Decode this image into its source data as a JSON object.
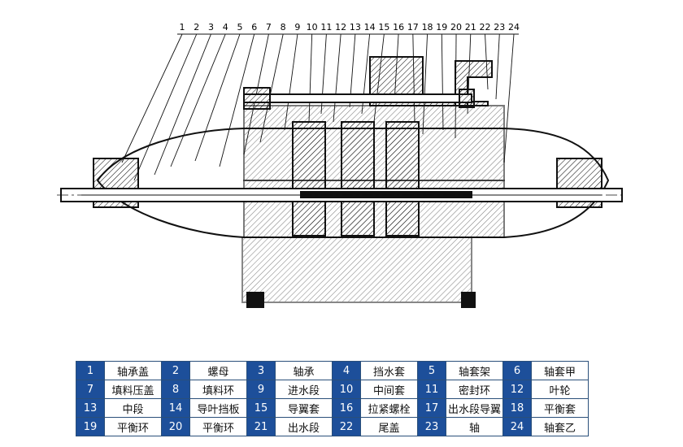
{
  "diagram": {
    "callout_numbers": [
      "1",
      "2",
      "3",
      "4",
      "5",
      "6",
      "7",
      "8",
      "9",
      "10",
      "11",
      "12",
      "13",
      "14",
      "15",
      "16",
      "17",
      "18",
      "19",
      "20",
      "21",
      "22",
      "23",
      "24"
    ]
  },
  "parts_legend": {
    "rows": [
      [
        {
          "num": "1",
          "name": "轴承盖"
        },
        {
          "num": "2",
          "name": "螺母"
        },
        {
          "num": "3",
          "name": "轴承"
        },
        {
          "num": "4",
          "name": "挡水套"
        },
        {
          "num": "5",
          "name": "轴套架"
        },
        {
          "num": "6",
          "name": "轴套甲"
        }
      ],
      [
        {
          "num": "7",
          "name": "填料压盖"
        },
        {
          "num": "8",
          "name": "填料环"
        },
        {
          "num": "9",
          "name": "进水段"
        },
        {
          "num": "10",
          "name": "中间套"
        },
        {
          "num": "11",
          "name": "密封环"
        },
        {
          "num": "12",
          "name": "叶轮"
        }
      ],
      [
        {
          "num": "13",
          "name": "中段"
        },
        {
          "num": "14",
          "name": "导叶挡板"
        },
        {
          "num": "15",
          "name": "导翼套"
        },
        {
          "num": "16",
          "name": "拉紧螺栓"
        },
        {
          "num": "17",
          "name": "出水段导翼"
        },
        {
          "num": "18",
          "name": "平衡套"
        }
      ],
      [
        {
          "num": "19",
          "name": "平衡环"
        },
        {
          "num": "20",
          "name": "平衡环"
        },
        {
          "num": "21",
          "name": "出水段"
        },
        {
          "num": "22",
          "name": "尾盖"
        },
        {
          "num": "23",
          "name": "轴"
        },
        {
          "num": "24",
          "name": "轴套乙"
        }
      ]
    ]
  }
}
